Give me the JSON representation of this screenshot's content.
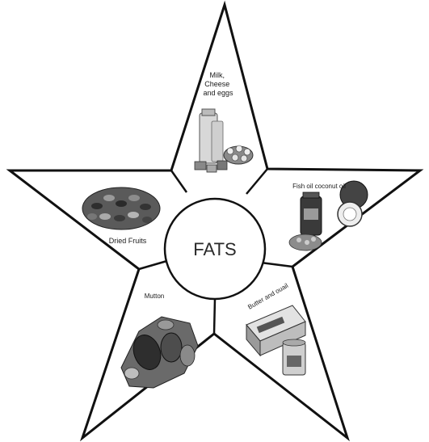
{
  "diagram": {
    "center_label": "FATS",
    "segments": [
      {
        "id": "top",
        "lines": [
          "Milk,",
          "Cheese",
          "and eggs"
        ]
      },
      {
        "id": "right",
        "lines": [
          "Fish oil coconut oil"
        ]
      },
      {
        "id": "bottom-right",
        "lines": [
          "Butter and ouail"
        ]
      },
      {
        "id": "bottom-left",
        "lines": [
          "Mutton"
        ]
      },
      {
        "id": "left",
        "lines": [
          "Dried Fruits"
        ]
      }
    ]
  }
}
